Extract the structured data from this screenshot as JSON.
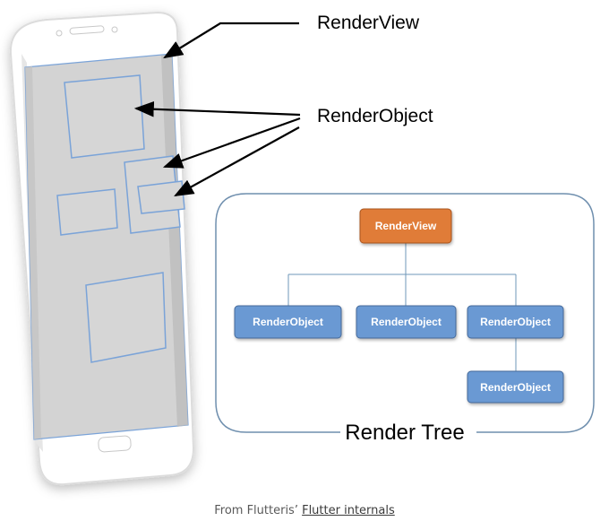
{
  "callouts": {
    "render_view": "RenderView",
    "render_object": "RenderObject"
  },
  "tree": {
    "title": "Render Tree",
    "root": "RenderView",
    "children": [
      "RenderObject",
      "RenderObject",
      "RenderObject"
    ],
    "grandchild": "RenderObject"
  },
  "colors": {
    "root_fill": "#e07b39",
    "node_fill": "#6a99d3",
    "connector": "#6f97b8",
    "panel_border": "#6f8fae"
  },
  "caption": {
    "prefix": "From Flutteris’ ",
    "link": "Flutter internals"
  }
}
